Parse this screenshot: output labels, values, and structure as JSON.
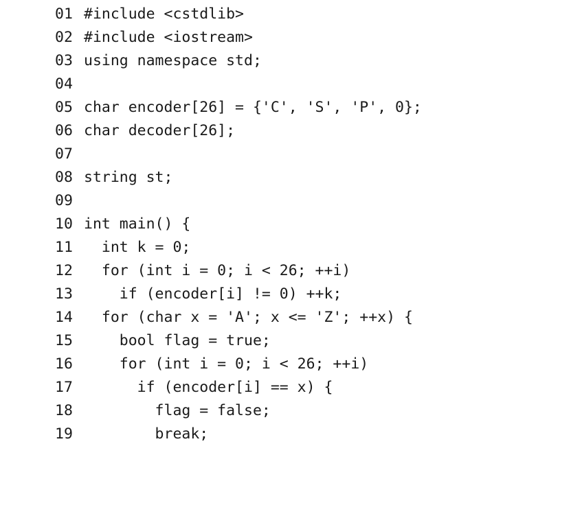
{
  "code_listing": {
    "lines": [
      {
        "num": "01",
        "code": "#include <cstdlib>"
      },
      {
        "num": "02",
        "code": "#include <iostream>"
      },
      {
        "num": "03",
        "code": "using namespace std;"
      },
      {
        "num": "04",
        "code": ""
      },
      {
        "num": "05",
        "code": "char encoder[26] = {'C', 'S', 'P', 0};"
      },
      {
        "num": "06",
        "code": "char decoder[26];"
      },
      {
        "num": "07",
        "code": ""
      },
      {
        "num": "08",
        "code": "string st;"
      },
      {
        "num": "09",
        "code": ""
      },
      {
        "num": "10",
        "code": "int main() {"
      },
      {
        "num": "11",
        "code": "  int k = 0;"
      },
      {
        "num": "12",
        "code": "  for (int i = 0; i < 26; ++i)"
      },
      {
        "num": "13",
        "code": "    if (encoder[i] != 0) ++k;"
      },
      {
        "num": "14",
        "code": "  for (char x = 'A'; x <= 'Z'; ++x) {"
      },
      {
        "num": "15",
        "code": "    bool flag = true;"
      },
      {
        "num": "16",
        "code": "    for (int i = 0; i < 26; ++i)"
      },
      {
        "num": "17",
        "code": "      if (encoder[i] == x) {"
      },
      {
        "num": "18",
        "code": "        flag = false;"
      },
      {
        "num": "19",
        "code": "        break;"
      }
    ]
  }
}
